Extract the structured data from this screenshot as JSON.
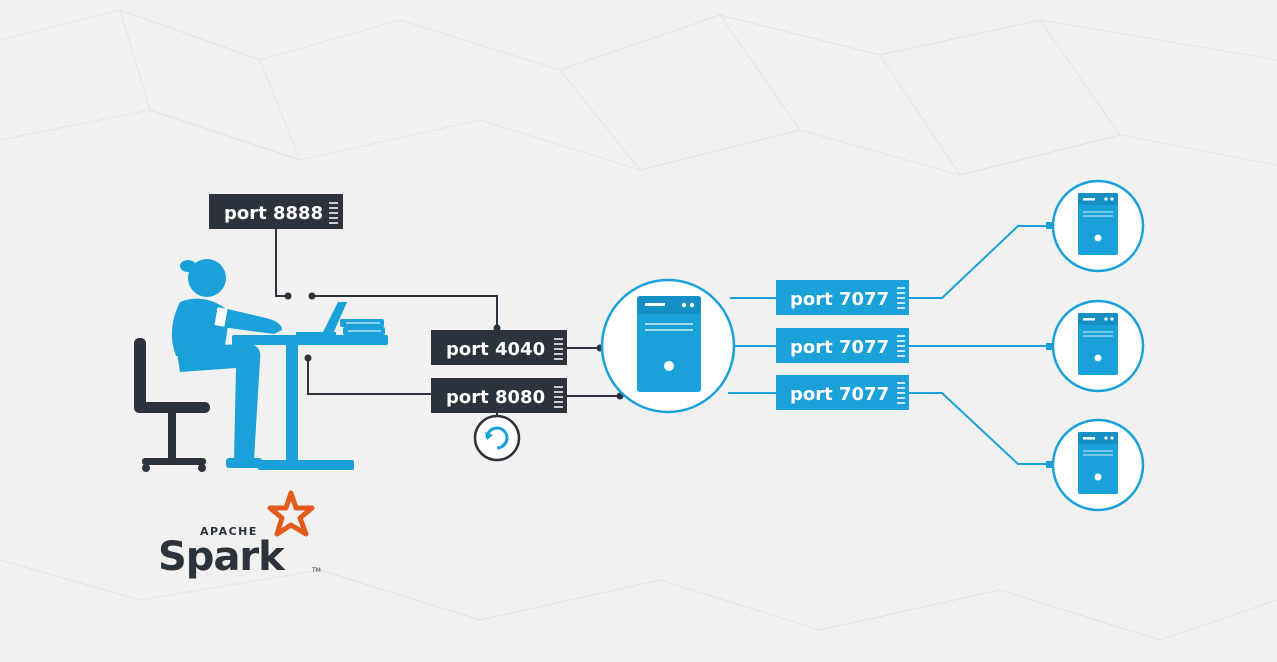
{
  "diagram": {
    "ports": {
      "jupyter": "port 8888",
      "app_ui": "port 4040",
      "master_ui": "port 8080",
      "worker_1": "port 7077",
      "worker_2": "port 7077",
      "worker_3": "port 7077"
    },
    "logo": {
      "top": "APACHE",
      "main": "Spark",
      "tm": "TM"
    },
    "colors": {
      "accent": "#1ba1d9",
      "dark_box": "#2c333c",
      "line_dark": "#2c333c",
      "background": "#f1f1f1",
      "spark_orange": "#e25a1c"
    },
    "icons": [
      "person-at-desk-icon",
      "chair-icon",
      "desk-icon",
      "laptop-icon",
      "refresh-icon",
      "server-icon",
      "spark-star-icon"
    ]
  }
}
